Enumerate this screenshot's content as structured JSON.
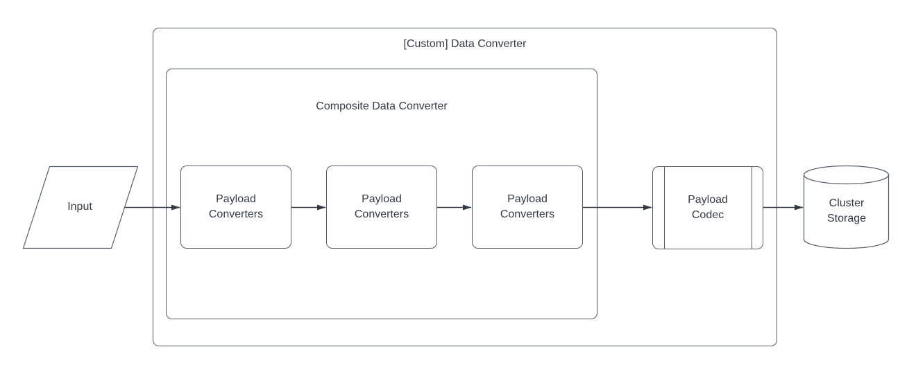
{
  "diagram": {
    "containers": {
      "outer": {
        "label": "[Custom] Data Converter"
      },
      "inner": {
        "label": "Composite Data Converter"
      }
    },
    "nodes": {
      "input": {
        "label": "Input",
        "shape": "parallelogram"
      },
      "converter1": {
        "label": "Payload Converters",
        "shape": "rounded-rectangle"
      },
      "converter2": {
        "label": "Payload Converters",
        "shape": "rounded-rectangle"
      },
      "converter3": {
        "label": "Payload Converters",
        "shape": "rounded-rectangle"
      },
      "codec": {
        "label": "Payload Codec",
        "shape": "predefined-process"
      },
      "storage": {
        "label": "Cluster Storage",
        "shape": "cylinder"
      }
    },
    "edges": [
      {
        "from": "input",
        "to": "converter1"
      },
      {
        "from": "converter1",
        "to": "converter2"
      },
      {
        "from": "converter2",
        "to": "converter3"
      },
      {
        "from": "converter3",
        "to": "codec"
      },
      {
        "from": "codec",
        "to": "storage"
      }
    ],
    "colors": {
      "background": "#ffffff",
      "shape_stroke": "#545c67",
      "arrow": "#333b47",
      "text": "#333b47"
    }
  }
}
